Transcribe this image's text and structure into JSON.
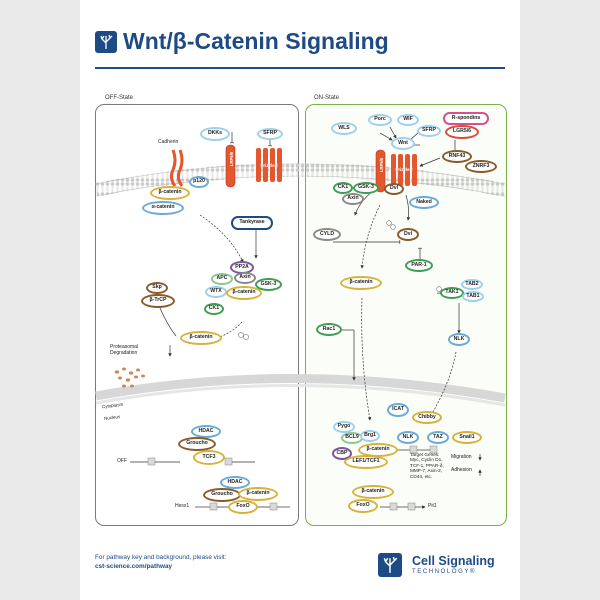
{
  "title": "Wnt/β-Catenin Signaling",
  "states": {
    "off": "OFF-State",
    "on": "ON-State"
  },
  "labels": {
    "cadherin": "Cadherin",
    "proteasomal": "Proteasomal\nDegradation",
    "cytoplasm": "Cytoplasm",
    "nucleus": "Nucleus",
    "off_marker": "OFF",
    "hesx1": "Hesx1",
    "pit1": "Pit1",
    "target_genes": "Target Genes:\nMyc, Cyclin D1,\nTCF-1, PPAR-δ,\nMMP-7, Axin-2,\nCD44, etc.",
    "migration": "Migration",
    "adhesion": "Adhesion",
    "ub": "Ub"
  },
  "off_nodes": {
    "dkks": "DKKs",
    "sfrp": "SFRP",
    "lrp": "LRP5/6",
    "frizzled": "Frizzled",
    "p120": "p120",
    "b_catenin_1": "β-catenin",
    "a_catenin": "α-catenin",
    "tankyrase": "Tankyrase",
    "pp2a": "PP2A",
    "apc": "APC",
    "axin": "Axin",
    "wtx": "WTX",
    "gsk3": "GSK-3",
    "b_catenin_2": "β-catenin",
    "ck1": "CK1",
    "skp": "Skp",
    "btrcp": "β-TrCP",
    "b_catenin_3": "β-catenin",
    "hdac_1": "HDAC",
    "groucho_1": "Groucho",
    "tcf3": "TCF3",
    "hdac_2": "HDAC",
    "groucho_2": "Groucho",
    "b_catenin_4": "β-catenin",
    "foxo": "FoxO"
  },
  "on_nodes": {
    "wls": "WLS",
    "porc": "Porc",
    "wif": "WIF",
    "sfrp": "SFRP",
    "wnt": "Wnt",
    "rspondins": "R-spondins",
    "lgr": "LGR5/6",
    "rnf43": "RNF43",
    "znrf3": "ZNRF3",
    "lrp": "LRP5/6",
    "frizzled": "Frizzled",
    "ck1": "CK1",
    "gsk3": "GSK-3",
    "axin": "Axin",
    "dvl_1": "Dvl",
    "naked": "Naked",
    "cyld": "CYLD",
    "dvl_2": "Dvl",
    "b_catenin_1": "β-catenin",
    "par1": "PAR-1",
    "tab2": "TAB2",
    "tak1": "TAK1",
    "tab1": "TAB1",
    "rac1": "Rac1",
    "nlk_1": "NLK",
    "icat": "ICAT",
    "chibby": "Chibby",
    "pygo": "Pygo",
    "bcl9": "BCL9",
    "brg1": "Brg1",
    "b_catenin_2": "β-catenin",
    "nlk_2": "NLK",
    "taz": "TAZ",
    "snail1": "Snail1",
    "cbp": "CBP",
    "lef1": "LEF1/TCF1",
    "b_catenin_3": "β-catenin",
    "foxo": "FoxO"
  },
  "footer": {
    "line1": "For pathway key and background, please visit:",
    "line2": "cst-science.com/pathway"
  },
  "logo": {
    "name": "Cell Signaling",
    "sub": "TECHNOLOGY®"
  }
}
